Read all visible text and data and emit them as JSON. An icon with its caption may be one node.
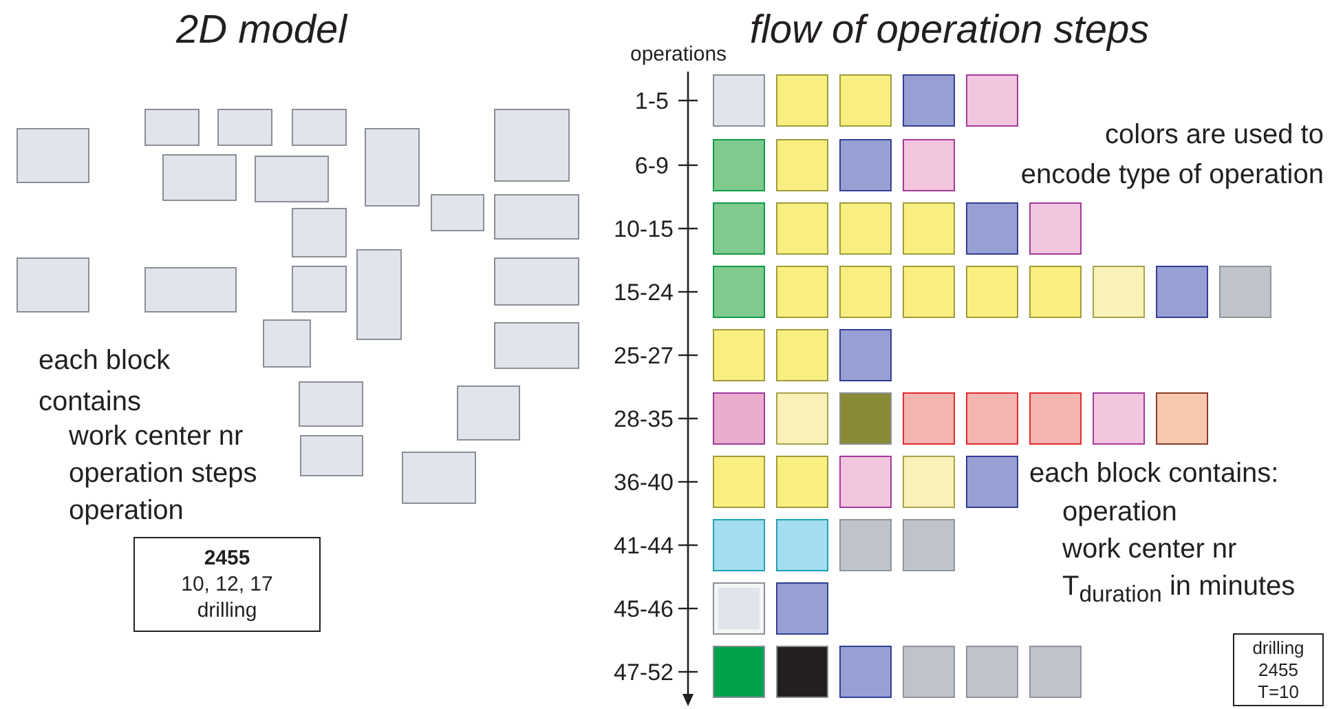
{
  "diagram": {
    "title": "2D model",
    "caption": "flow of operation steps",
    "nodes": [
      {
        "text": [],
        "shape": "box"
      },
      {
        "text": [],
        "shape": "box"
      },
      {
        "text": [],
        "shape": "box"
      },
      {
        "text": [],
        "shape": "box"
      },
      {
        "text": [],
        "shape": "box"
      },
      {
        "text": [],
        "shape": "box"
      },
      {
        "text": [],
        "shape": "box"
      },
      {
        "text": [],
        "shape": "box"
      },
      {
        "text": [],
        "shape": "box"
      },
      {
        "text": [],
        "shape": "box"
      },
      {
        "text": [],
        "shape": "box"
      },
      {
        "text": [],
        "shape": "box"
      },
      {
        "text": [],
        "shape": "box"
      },
      {
        "text": [],
        "shape": "box"
      },
      {
        "text": [],
        "shape": "box"
      },
      {
        "text": [],
        "shape": "box"
      },
      {
        "text": [],
        "shape": "box"
      },
      {
        "text": [],
        "shape": "box"
      },
      {
        "text": [],
        "shape": "box"
      },
      {
        "text": [],
        "shape": "box"
      },
      {
        "text": [],
        "shape": "box"
      },
      {
        "text": [],
        "shape": "box"
      },
      {
        "text": [
          "2455",
          "10, 12, 17",
          "drilling"
        ]
      },
      {
        "text": [],
        "shape": "box"
      },
      {
        "text": [],
        "shape": "box"
      },
      {
        "text": [],
        "shape": "box"
      },
      {
        "text": [],
        "shape": "box"
      },
      {
        "text": [],
        "shape": "box"
      },
      {
        "text": [],
        "shape": "box"
      },
      {
        "text": [],
        "shape": "box"
      },
      {
        "text": [],
        "shape": "box"
      },
      {
        "text": [],
        "shape": "box"
      },
      {
        "text": [],
        "shape": "box"
      },
      {
        "text": [],
        "shape": "box"
      },
      {
        "text": [],
        "shape": "box"
      },
      {
        "text": [],
        "shape": "box"
      },
      {
        "text": [],
        "shape": "box"
      },
      {
        "text": [],
        "shape": "box"
      },
      {
        "text": [],
        "shape": "box"
      },
      {
        "text": [],
        "shape": "box"
      },
      {
        "text": [],
        "shape": "box"
      },
      {
        "text": [],
        "shape": "box"
      },
      {
        "text": [],
        "shape": "box"
      },
      {
        "text": [],
        "shape": "box"
      },
      {
        "text": [],
        "shape": "box"
      },
      {
        "text": [],
        "shape": "box"
      },
      {
        "text": [],
        "shape": "box"
      },
      {
        "text": [],
        "shape": "box"
      },
      {
        "text": [],
        "shape": "box"
      },
      {
        "text": [],
        "shape": "box"
      },
      {
        "text": [],
        "shape": "box"
      },
      {
        "text": [],
        "shape": "box"
      },
      {
        "text": [],
        "shape": "box"
      },
      {
        "text": [],
        "shape": "box"
      },
      {
        "text": [],
        "shape": "box"
      },
      {
        "text": [],
        "shape": "box"
      },
      {
        "text": [],
        "shape": "box"
      },
      {
        "text": [],
        "shape": "box"
      },
      {
        "text": [],
        "shape": "box"
      },
      {
        "text": [],
        "shape": "box"
      },
      {
        "text": [],
        "shape": "box"
      },
      {
        "text": [],
        "shape": "box"
      },
      {
        "text": [],
        "shape": "box"
      },
      {
        "text": [],
        "shape": "box"
      },
      {
        "text": [],
        "shape": "box"
      },
      {
        "text": [],
        "shape": "box"
      },
      {
        "text": [],
        "shape": "box"
      },
      {
        "text": [],
        "shape": "box"
      },
      {
        "text": [],
        "shape": "box"
      },
      {
        "text": [],
        "shape": "box"
      },
      {
        "text": [],
        "shape": "box"
      },
      {
        "text": [],
        "shape": "box"
      },
      {
        "text": [],
        "shape": "box"
      },
      {
        "text": [],
        "shape": "box"
      },
      {
        "text": [],
        "shape": "box"
      },
      {
        "text": [
          "drilling",
          "2455",
          "T=10"
        ]
      }
    ],
    "labels": [
      "each block contains",
      "work center nr",
      "operation steps",
      "operation",
      "operations",
      "1-5",
      "6-9",
      "10-15",
      "15-24",
      "25-27",
      "28-35",
      "36-40",
      "41-44",
      "45-46",
      "47-52",
      "colors are used to encode type of operation",
      "each block contains:",
      "operation",
      "work center nr",
      "T$_{duration}$ in minutes"
    ]
  }
}
